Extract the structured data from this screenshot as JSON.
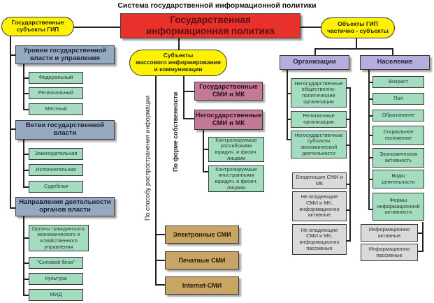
{
  "title": "Система государственной информационной политики",
  "root": {
    "line1": "Государственная",
    "line2": "информационная политика"
  },
  "state_subjects": {
    "label_line1": "Государственные",
    "label_line2": "субъекты ГИП",
    "groups": [
      {
        "line1": "Уровни государственной",
        "line2": "власти и управления",
        "items": [
          "Федеральный",
          "Региональный",
          "Местный"
        ]
      },
      {
        "line1": "Ветви государственной",
        "line2": "власти",
        "items": [
          "Законодательная",
          "Исполнительная",
          "Судебная"
        ]
      },
      {
        "line1": "Направления деятельности",
        "line2": "органов власти",
        "items": [
          "Органы гражданского, экономического и хозяйственного управления",
          "\"Силовой блок\"",
          "Культура",
          "МИД"
        ]
      }
    ]
  },
  "media_subjects": {
    "label_line1": "Субъекты",
    "label_line2": "массового информирования",
    "label_line3": "и коммуникации",
    "by_distribution_label": "По способу распространения информации",
    "by_ownership_label": "По форме собственности",
    "ownership": [
      {
        "line1": "Государственные",
        "line2": "СМИ и МК"
      },
      {
        "line1": "Негосударственные",
        "line2": "СМИ и МК"
      }
    ],
    "nongov_items": [
      "Контролируемые российскими юридич. и физич. лицами",
      "Контролируемые иностранными юридич. и физич. лицами"
    ],
    "distribution": [
      "Электронные СМИ",
      "Печатные СМИ",
      "Internet-СМИ"
    ]
  },
  "objects": {
    "label_line1": "Объекты ГИП",
    "label_line2": "частично - субъекты",
    "organizations": {
      "label": "Организации",
      "items": [
        "Негосударственные общественно-политические организации",
        "Религиозные организации",
        "Негосударственные субъекты экономической деятельности"
      ],
      "media_items": [
        "Владеющие СМИ и МК",
        "Не владеющие СМИ и МК, информационно активные",
        "Не владеющие СМИ и МК, информационно пассивные"
      ]
    },
    "population": {
      "label": "Население",
      "items": [
        "Возраст",
        "Пол",
        "Образование",
        "Социальное положение",
        "Экономическая активность",
        "Виды деятельности",
        "Формы информационной активности"
      ],
      "activity_items": [
        "Информационно активные",
        "Информационно пассивные"
      ]
    }
  }
}
